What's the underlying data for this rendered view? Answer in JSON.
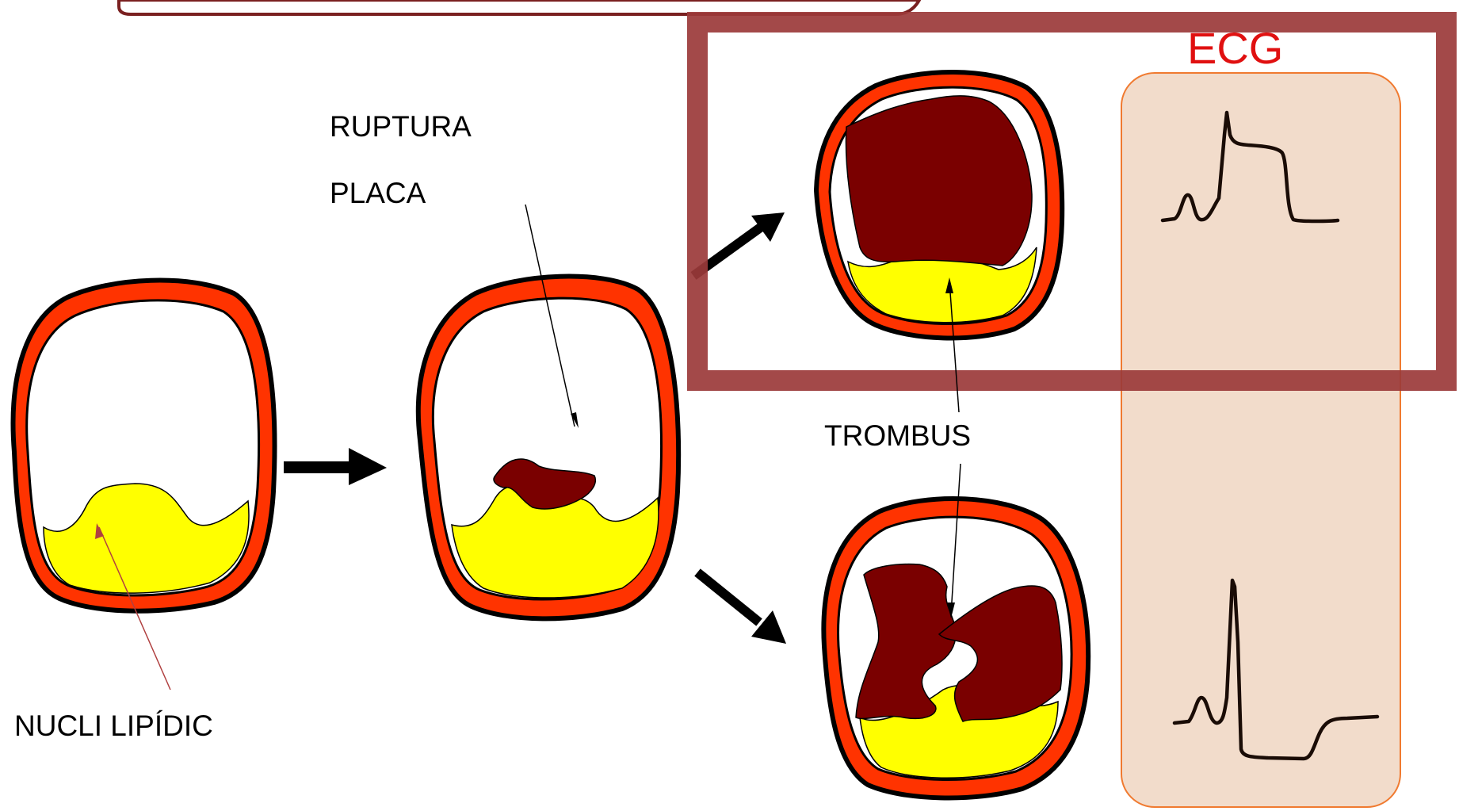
{
  "labels": {
    "ruptura_line1": "RUPTURA",
    "ruptura_line2": "PLACA",
    "trombus": "TROMBUS",
    "nucli": "NUCLI LIPÍDIC",
    "ecg": "ECG"
  },
  "colors": {
    "vessel_wall": "#ff3300",
    "outline": "#000000",
    "lipid_core": "#ffff00",
    "thrombus": "#7a0000",
    "highlight_frame": "#9b3a3a",
    "ecg_panel_fill": "#f2dccb",
    "ecg_panel_border": "#f07a30",
    "ecg_title": "#e01010",
    "ecg_trace": "#1a0c06",
    "pointer_line_dark": "#000000",
    "pointer_line_red": "#b04040"
  },
  "stages": [
    {
      "name": "plaque-with-lipid-core"
    },
    {
      "name": "plaque-rupture"
    },
    {
      "name": "occlusive-thrombus"
    },
    {
      "name": "non-occlusive-thrombus"
    }
  ],
  "ecg": [
    {
      "name": "st-elevation-trace",
      "pattern": "ST elevation"
    },
    {
      "name": "st-depression-trace",
      "pattern": "ST depression"
    }
  ]
}
